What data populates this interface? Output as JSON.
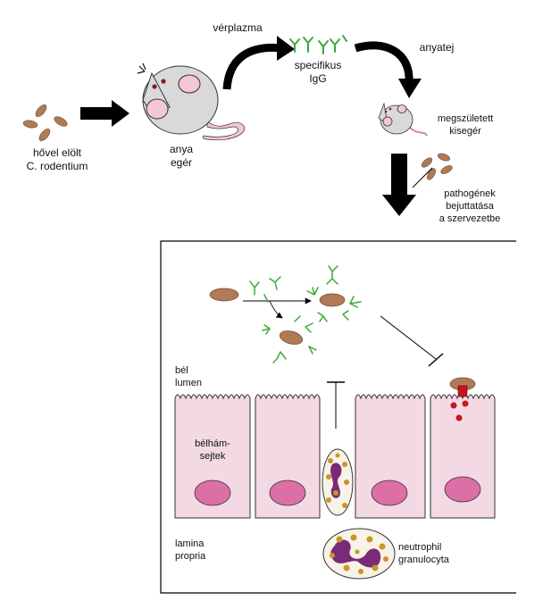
{
  "labels": {
    "heat_killed": [
      "hővel elölt",
      "C. rodentium"
    ],
    "mother_mouse": [
      "anya",
      "egér"
    ],
    "blood_plasma": "vérplazma",
    "specific_igg": [
      "specifikus",
      "IgG"
    ],
    "breast_milk": "anyatej",
    "newborn_pup": [
      "megszületett",
      "kisegér"
    ],
    "pathogen_entry": [
      "pathogének",
      "bejuttatása",
      "a szervezetbe"
    ],
    "gut_lumen": [
      "bél",
      "lumen"
    ],
    "epithelial_cells": [
      "bélhám-",
      "sejtek"
    ],
    "lamina_propria": [
      "lamina",
      "propria"
    ],
    "neutrophil": [
      "neutrophil",
      "granulocyta"
    ]
  },
  "colors": {
    "bacterium": "#b07a55",
    "antibody": "#3aa83a",
    "epithelium": "#f3d9e4",
    "nucleus": "#dc6fa6",
    "neutrophil_nucleus": "#7a2a78",
    "granule": "#c8962a",
    "mouse_body": "#d9d9d9",
    "mouse_ear": "#f4c6d6",
    "arrow": "#000000",
    "red_signal": "#c8141e"
  }
}
